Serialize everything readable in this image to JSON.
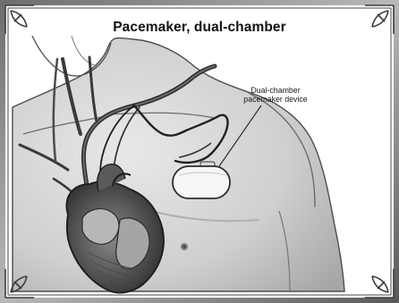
{
  "figure": {
    "title": "Pacemaker, dual-chamber",
    "callout": {
      "line1": "Dual-chamber",
      "line2": "pacemaker device"
    }
  },
  "icons": {
    "frame_corners": "ornamental-corner-icon"
  }
}
